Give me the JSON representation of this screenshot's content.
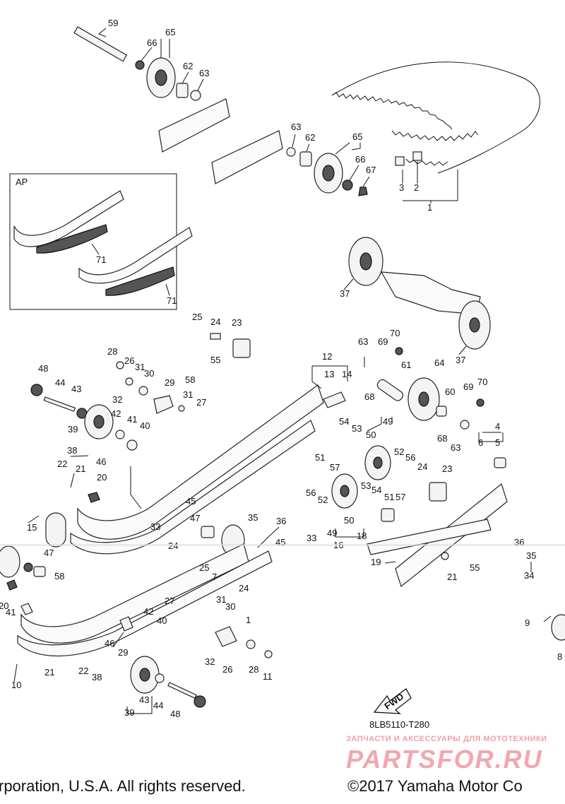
{
  "diagram": {
    "code": "8LB5110-T280",
    "fwd_label": "FWD",
    "inset_label": "AP",
    "callouts": [
      "59",
      "66",
      "65",
      "62",
      "63",
      "63",
      "62",
      "65",
      "66",
      "67",
      "3",
      "2",
      "1",
      "71",
      "71",
      "37",
      "37",
      "25",
      "24",
      "23",
      "28",
      "26",
      "31",
      "30",
      "29",
      "55",
      "58",
      "12",
      "13",
      "14",
      "63",
      "69",
      "70",
      "61",
      "64",
      "68",
      "48",
      "44",
      "43",
      "32",
      "31",
      "27",
      "42",
      "41",
      "40",
      "39",
      "38",
      "46",
      "60",
      "69",
      "70",
      "68",
      "63",
      "4",
      "6",
      "5",
      "54",
      "53",
      "49",
      "50",
      "51",
      "57",
      "52",
      "56",
      "24",
      "23",
      "22",
      "21",
      "20",
      "56",
      "52",
      "49",
      "50",
      "53",
      "54",
      "51",
      "57",
      "18",
      "15",
      "33",
      "45",
      "47",
      "24",
      "35",
      "36",
      "45",
      "33",
      "16",
      "19",
      "21",
      "55",
      "36",
      "35",
      "34",
      "47",
      "58",
      "24",
      "25",
      "7",
      "27",
      "31",
      "30",
      "1",
      "20",
      "41",
      "42",
      "40",
      "46",
      "29",
      "32",
      "26",
      "28",
      "11",
      "9",
      "8",
      "10",
      "21",
      "22",
      "38",
      "39",
      "43",
      "44",
      "48"
    ]
  },
  "watermark": {
    "tagline": "ЗАПЧАСТИ И АКСЕССУАРЫ ДЛЯ МОТОТЕХНИКИ",
    "brand": "PARTSFOR.RU"
  },
  "copyright": {
    "left": "rporation, U.S.A. All rights reserved.",
    "right": "©2017 Yamaha Motor Co"
  }
}
